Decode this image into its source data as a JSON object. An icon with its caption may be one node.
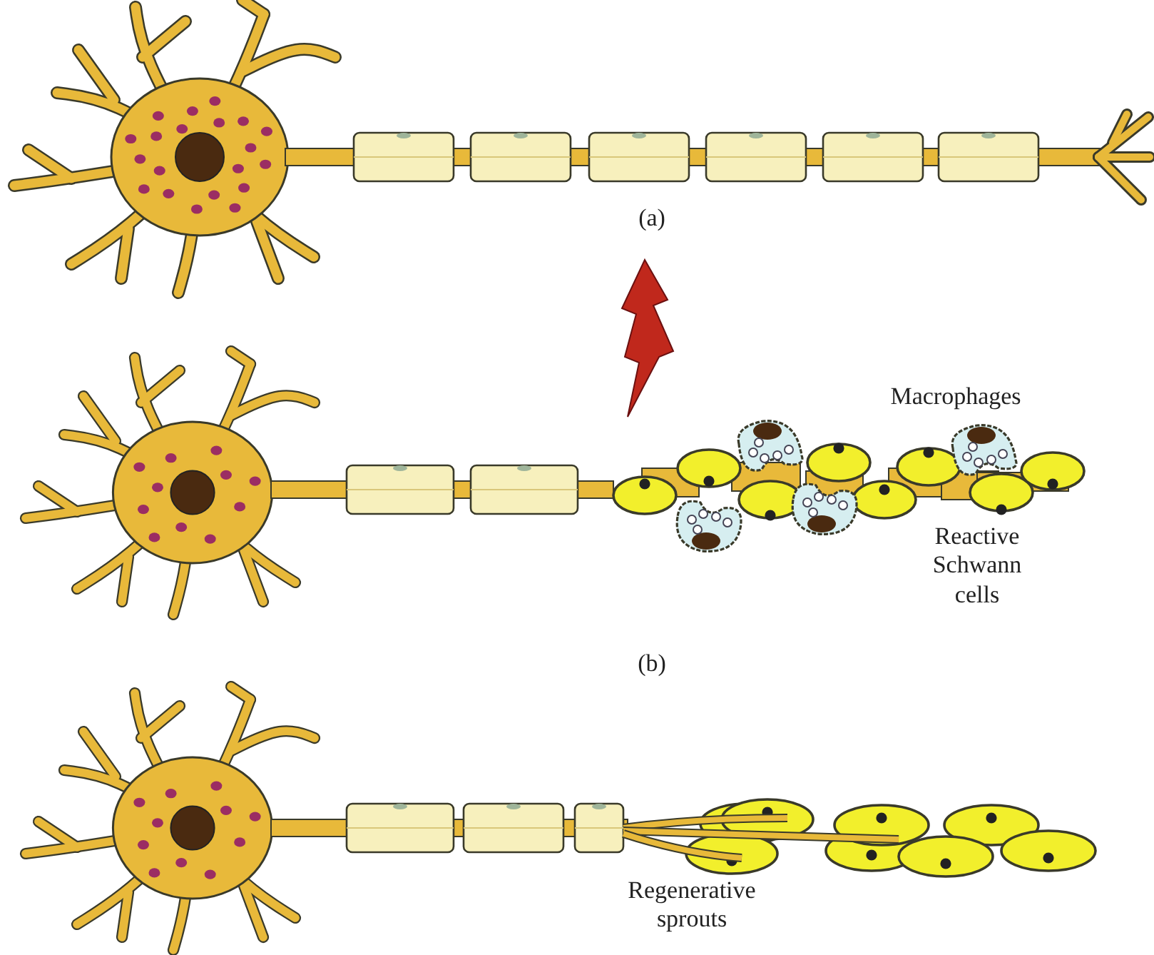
{
  "diagram": {
    "labels": [
      "(a)",
      "Macrophages",
      "Reactive Schwann cells",
      "(b)",
      "Regenerative sprouts"
    ]
  }
}
